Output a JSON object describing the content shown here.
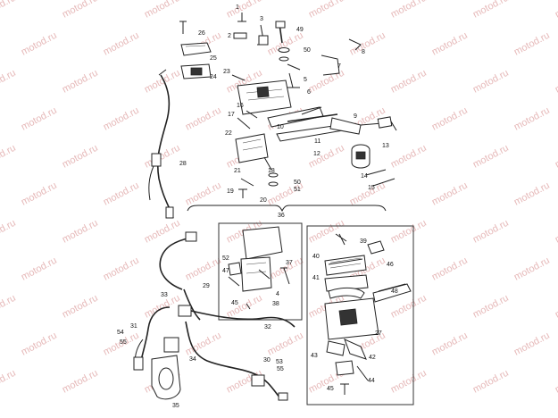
{
  "watermark": "motod.ru",
  "callouts": [
    "1",
    "2",
    "3",
    "4",
    "5",
    "6",
    "7",
    "8",
    "9",
    "10",
    "11",
    "12",
    "13",
    "14",
    "15",
    "16",
    "17",
    "18",
    "19",
    "20",
    "21",
    "22",
    "23",
    "24",
    "25",
    "26",
    "27",
    "28",
    "29",
    "30",
    "31",
    "32",
    "33",
    "34",
    "35",
    "36",
    "37",
    "38",
    "39",
    "40",
    "41",
    "42",
    "43",
    "44",
    "45",
    "46",
    "47",
    "48",
    "49",
    "50",
    "51",
    "52",
    "53",
    "54",
    "55"
  ],
  "callouts_repeat": [
    "45",
    "50",
    "55"
  ],
  "colors": {
    "line": "#222222",
    "watermark": "#e6b9b9",
    "background": "#ffffff"
  }
}
